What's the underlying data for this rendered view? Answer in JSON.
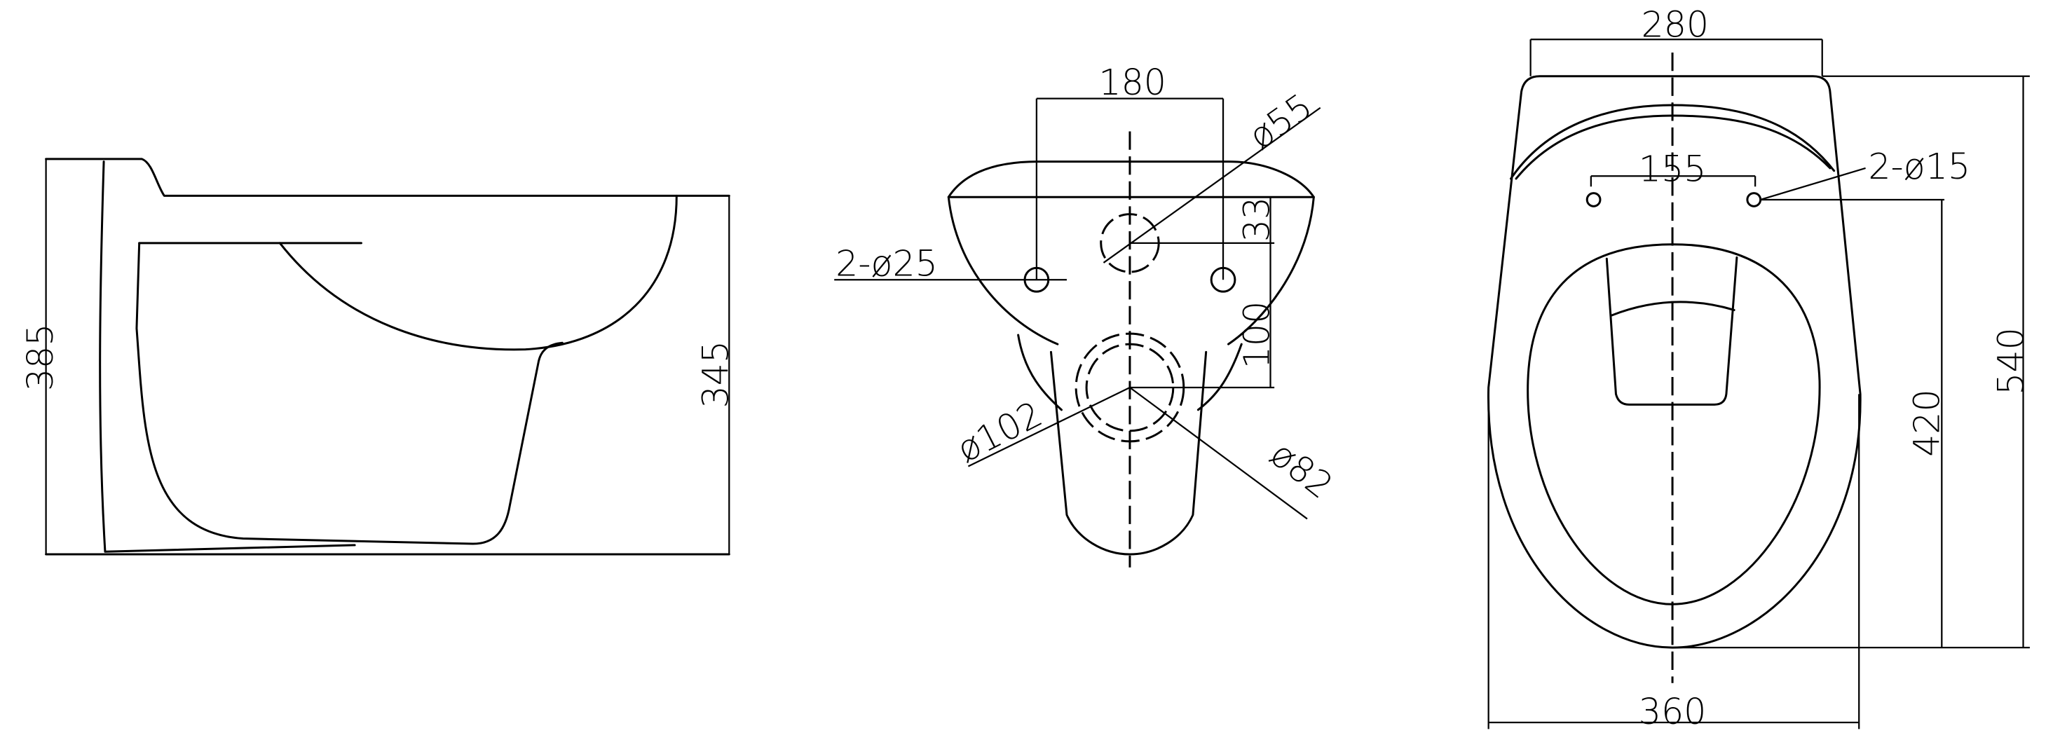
{
  "colors": {
    "line": "#000000",
    "background": "#ffffff"
  },
  "side_view": {
    "overall_height": "385",
    "rim_height": "345"
  },
  "rear_view": {
    "bolt_spacing": "180",
    "water_inlet_diameter": "ø55",
    "inlet_offset": "33",
    "bolt_holes": "2-ø25",
    "outlet_offset": "100",
    "outlet_outer_diameter": "ø102",
    "outlet_inner_diameter": "ø82"
  },
  "top_view": {
    "rear_width": "280",
    "seat_hole_spacing": "155",
    "seat_holes": "2-ø15",
    "overall_length": "540",
    "hole_to_front": "420",
    "overall_width": "360"
  }
}
